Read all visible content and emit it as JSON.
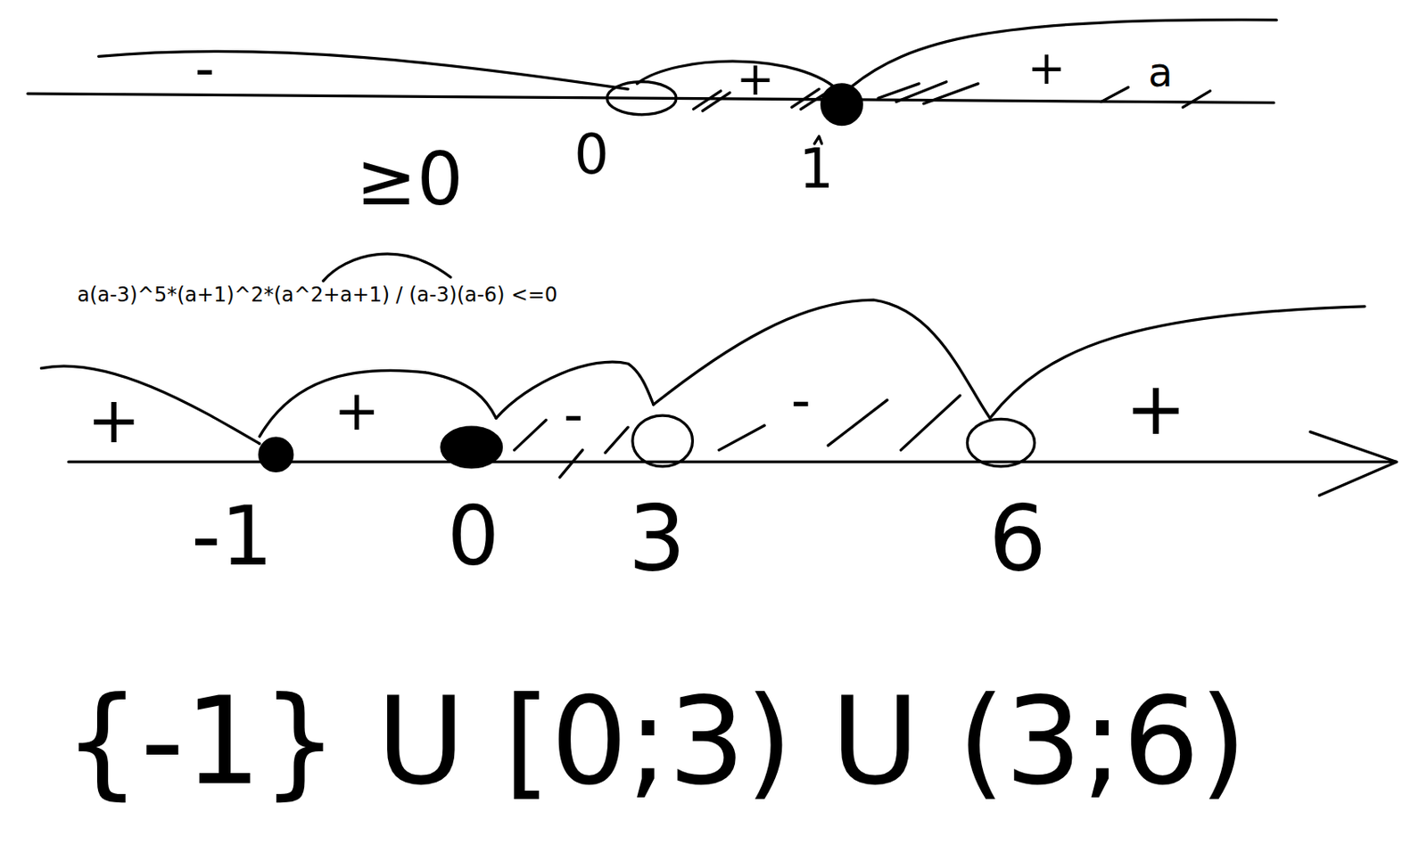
{
  "diagram": {
    "labels": [
      "-",
      "+",
      "+",
      "a",
      "≥0",
      "0",
      "1",
      "a(a-3)^5*(a+1)^2*(a^2+a+1) / (a-3)(a-6) <=0",
      "+",
      "+",
      "-",
      "-",
      "+",
      "-1",
      "0",
      "3",
      "6",
      "{-1} U [0;3) U (3;6)"
    ]
  }
}
